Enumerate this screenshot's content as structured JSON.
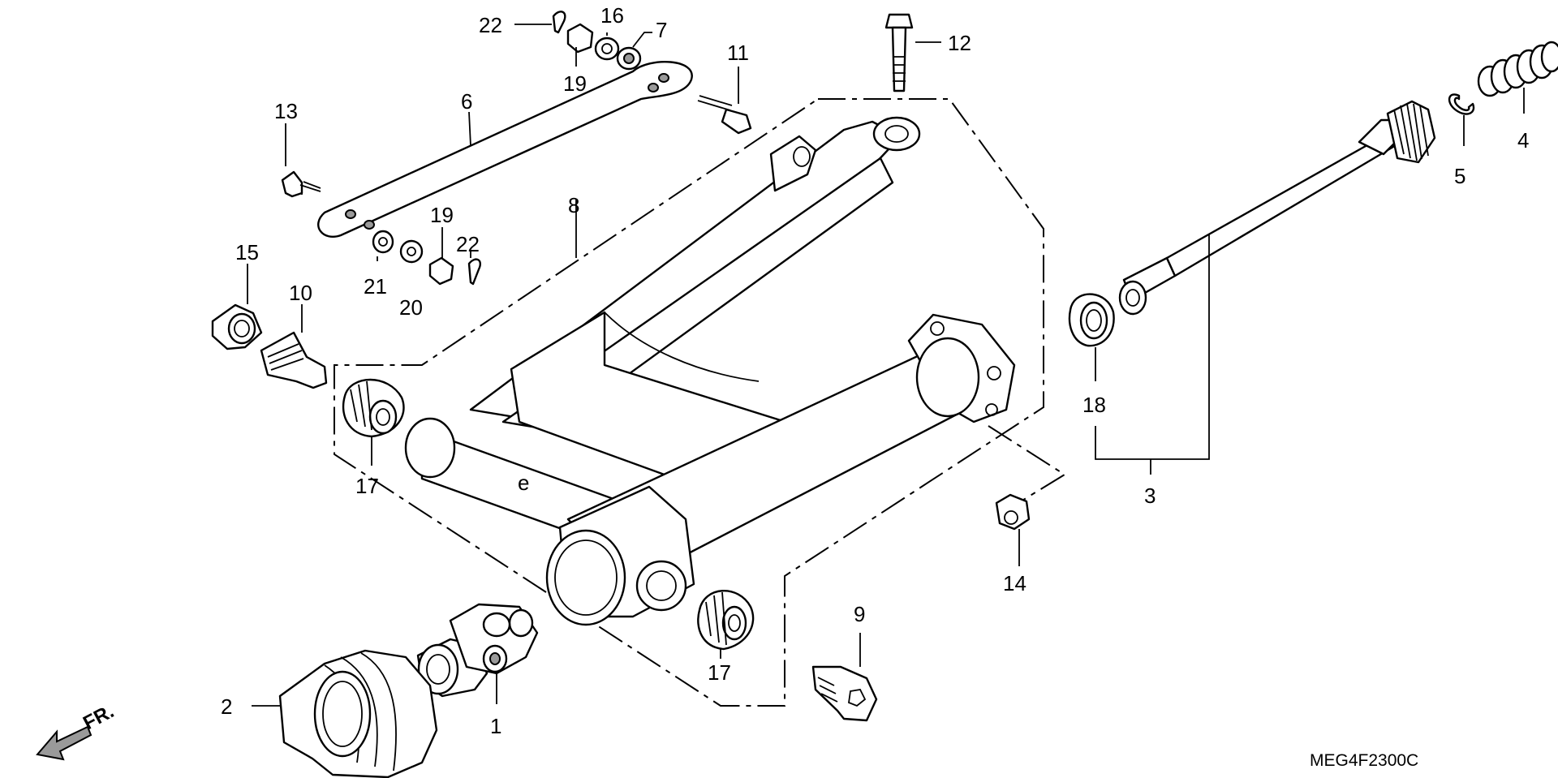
{
  "diagram_code": "MEG4F2300C",
  "front_indicator": "FR.",
  "callouts": {
    "c1": "1",
    "c2": "2",
    "c3": "3",
    "c4": "4",
    "c5": "5",
    "c6": "6",
    "c7": "7",
    "c8": "8",
    "c9": "9",
    "c10": "10",
    "c11": "11",
    "c12": "12",
    "c13": "13",
    "c14": "14",
    "c15": "15",
    "c16": "16",
    "c17a": "17",
    "c17b": "17",
    "c18": "18",
    "c19a": "19",
    "c19b": "19",
    "c20": "20",
    "c21": "21",
    "c22a": "22",
    "c22b": "22"
  },
  "arm_mark": "e"
}
